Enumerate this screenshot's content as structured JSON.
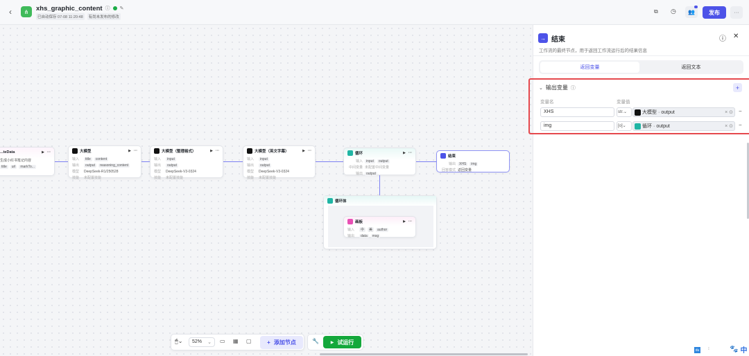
{
  "header": {
    "title": "xhs_graphic_content",
    "autosave": "已自动保存 07-08 11:20:48",
    "unpublished": "有尚未发布的修改",
    "publish": "发布",
    "more": "···"
  },
  "nodes": {
    "n1": {
      "title": "...teData",
      "desc": "生成小红书笔记内容",
      "tags": [
        "title",
        "url",
        "markTo..."
      ]
    },
    "llm1": {
      "title": "大模型",
      "labels": {
        "in": "输入",
        "out": "输出",
        "model": "模型",
        "skill": "技能"
      },
      "inputs": [
        "title",
        "content"
      ],
      "outputs": [
        "output",
        "reasoning_content"
      ],
      "model": "DeepSeek-R1/250528",
      "skill": "未配置技能"
    },
    "llm2": {
      "title": "大模型（整理格式）",
      "inputs": [
        "input"
      ],
      "outputs": [
        "output"
      ],
      "model": "DeepSeek-V3-0324",
      "skill": "未配置技能"
    },
    "llm3": {
      "title": "大模型（英文字幕）",
      "inputs": [
        "input"
      ],
      "outputs": [
        "output"
      ],
      "model": "DeepSeek-V3-0324",
      "skill": "未配置技能"
    },
    "loop": {
      "title": "循环",
      "in_label": "输入",
      "mid_label": "中间变量",
      "out_label": "输出",
      "inputs": [
        "input",
        "output"
      ],
      "mid": "未配置中间变量",
      "outputs": [
        "output"
      ]
    },
    "end": {
      "title": "结束",
      "out_label": "输出",
      "mode_label": "回答模式",
      "outputs": [
        "XHS",
        "img"
      ],
      "mode": "返回变量"
    },
    "loopbody": {
      "title": "循环体"
    },
    "canvas_node": {
      "title": "画板",
      "in_label": "输入",
      "out_label": "输出",
      "inputs": [
        "中",
        "美",
        "author"
      ],
      "outputs": [
        "data",
        "msg"
      ]
    }
  },
  "toolbar": {
    "zoom": "52%",
    "add_node": "添加节点",
    "test_run": "试运行"
  },
  "panel": {
    "title": "结束",
    "desc": "工作流的最终节点，用于返回工作流运行后的结果信息",
    "tabs": [
      "返回变量",
      "返回文本"
    ],
    "section": "输出变量",
    "col_name": "变量名",
    "col_value": "变量值",
    "rows": [
      {
        "name": "XHS",
        "type": "str.",
        "source": "大模型",
        "sep": " · ",
        "field": "output",
        "icon": "llm-icon"
      },
      {
        "name": "img",
        "type": "[o]",
        "source": "循环",
        "sep": " · ",
        "field": "output",
        "icon": "loop-icon"
      }
    ]
  },
  "ime": {
    "lang": "中"
  },
  "colors": {
    "accent": "#4d53e8",
    "run": "#14a83b",
    "highlight": "#e5484d",
    "app": "#3fba5a"
  }
}
